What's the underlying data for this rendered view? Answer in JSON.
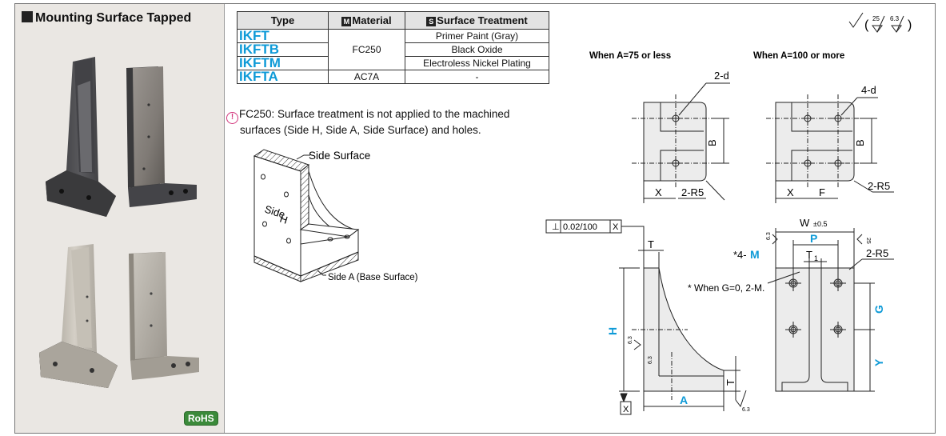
{
  "panel": {
    "title": "Mounting Surface Tapped",
    "rohs_badge": "RoHS"
  },
  "table": {
    "headers": {
      "type": "Type",
      "material_letter": "M",
      "material": "Material",
      "treatment_letter": "S",
      "treatment": "Surface Treatment"
    },
    "rows": [
      {
        "type": "IKFT",
        "treatment": "Primer Paint (Gray)"
      },
      {
        "type": "IKFTB",
        "treatment": "Black Oxide"
      },
      {
        "type": "IKFTM",
        "treatment": "Electroless Nickel Plating"
      },
      {
        "type": "IKFTA",
        "material": "AC7A",
        "treatment": "-"
      }
    ],
    "shared_material": "FC250"
  },
  "note": {
    "line1": "FC250: Surface treatment is not applied to the machined",
    "line2": "surfaces (Side H, Side A, Side Surface) and holes."
  },
  "iso_drawing": {
    "side_surface": "Side Surface",
    "side_h_1": "Side",
    "side_h_2": "H",
    "side_a": "Side  A (Base Surface)"
  },
  "roughness": {
    "r1": "25",
    "r2": "6.3",
    "open_paren": "(",
    "close_paren": ")"
  },
  "top_views": {
    "left_title": "When A=75 or less",
    "right_title": "When A=100 or more",
    "left_holes": "2-d",
    "right_holes": "4-d",
    "dim_b": "B",
    "dim_x": "X",
    "dim_f": "F",
    "radius_left": "2-R5",
    "radius_right": "2-R5"
  },
  "front_view": {
    "tolerance": "0.02/100",
    "datum": "X",
    "datum_bottom": "X",
    "dim_t": "T",
    "dim_h": "H",
    "dim_a": "A",
    "dim_t_side": "T",
    "rough_63_a": "6.3",
    "rough_63_b": "6.3",
    "rough_63_c": "6.3"
  },
  "side_view": {
    "dim_w": "W",
    "w_tol": "±0.5",
    "dim_p": "P",
    "dim_t1": "T",
    "dim_t1_sub": "1",
    "tapped_prefix": "*4-",
    "tapped_m": "M",
    "radius": "2-R5",
    "note": "* When G=0, 2-M.",
    "dim_g": "G",
    "dim_y": "Y",
    "rough_63": "6.3",
    "rough_25": "25"
  },
  "colors": {
    "accent": "#0e9ad7",
    "panel_bg": "#eae7e3",
    "rohs_green": "#3b8a3a",
    "note_pink": "#d2357c"
  }
}
